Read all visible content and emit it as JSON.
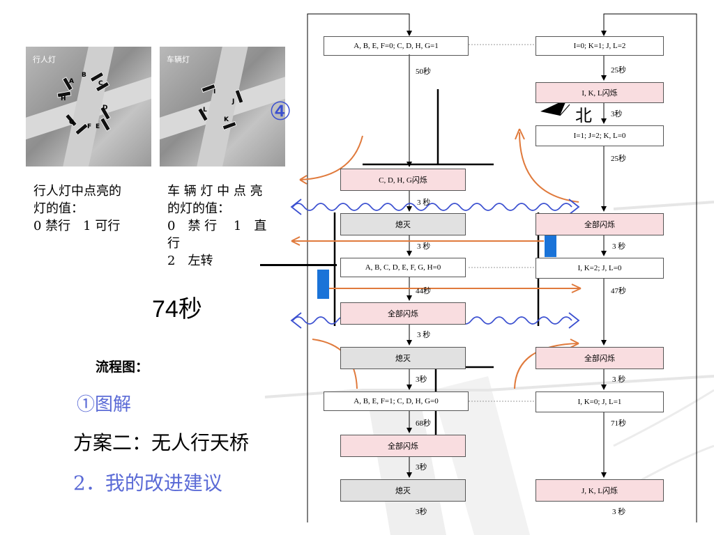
{
  "photos": {
    "pedestrian": {
      "caption": "行人灯",
      "labels": [
        "A",
        "B",
        "C",
        "D",
        "E",
        "F",
        "G",
        "H"
      ]
    },
    "vehicle": {
      "caption": "车辆灯",
      "labels": [
        "I",
        "J",
        "K",
        "L"
      ]
    }
  },
  "legend": {
    "ped_line1": "行人灯中点亮的",
    "ped_line2": "灯的值：",
    "ped_line3": "0 禁行　1 可行",
    "veh_line1": "车 辆 灯 中 点 亮",
    "veh_line2": "的灯的值：",
    "veh_line3": "0　禁 行　 1　直",
    "veh_line4": "行",
    "veh_line5": "2　左转"
  },
  "circled_four": "④",
  "time_total": "74秒",
  "flowchart_label": "流程图：",
  "menu": {
    "item1": "①图解",
    "item2": "方案二：无人行天桥",
    "item3": "2．我的改进建议"
  },
  "compass": {
    "label": "北",
    "icon": "north-arrow-icon"
  },
  "left_column": {
    "boxes": [
      {
        "text": "A, B, E, F=0; C, D, H, G=1",
        "style": "white"
      },
      {
        "text": "C, D, H, G闪烁",
        "style": "pink"
      },
      {
        "text": "熄灭",
        "style": "gray"
      },
      {
        "text": "A, B, C, D, E, F, G, H=0",
        "style": "white"
      },
      {
        "text": "全部闪烁",
        "style": "pink"
      },
      {
        "text": "熄灭",
        "style": "gray"
      },
      {
        "text": "A, B, E, F=1; C, D, H, G=0",
        "style": "white"
      },
      {
        "text": "全部闪烁",
        "style": "pink"
      },
      {
        "text": "熄灭",
        "style": "gray"
      }
    ],
    "durations": [
      "50秒",
      "3 秒",
      "3 秒",
      "44秒",
      "3 秒",
      "3秒",
      "68秒",
      "3秒",
      "3秒"
    ]
  },
  "right_column": {
    "boxes": [
      {
        "text": "I=0; K=1; J, L=2",
        "style": "white"
      },
      {
        "text": "I, K, L闪烁",
        "style": "pink"
      },
      {
        "text": "I=1; J=2; K, L=0",
        "style": "white"
      },
      {
        "text": "全部闪烁",
        "style": "pink"
      },
      {
        "text": "I, K=2; J, L=0",
        "style": "white"
      },
      {
        "text": "全部闪烁",
        "style": "pink"
      },
      {
        "text": "I, K=0; J, L=1",
        "style": "white"
      },
      {
        "text": "J, K, L闪烁",
        "style": "pink"
      }
    ],
    "durations": [
      "25秒",
      "3秒",
      "25秒",
      "3 秒",
      "47秒",
      "3 秒",
      "71秒",
      "3 秒"
    ]
  },
  "colors": {
    "pink_box": "#f9dde0",
    "gray_box": "#e1e1e1",
    "orange_arrow": "#e07a3c",
    "blue_wave": "#3a4fd0",
    "blue_bar": "#1a73d8"
  }
}
